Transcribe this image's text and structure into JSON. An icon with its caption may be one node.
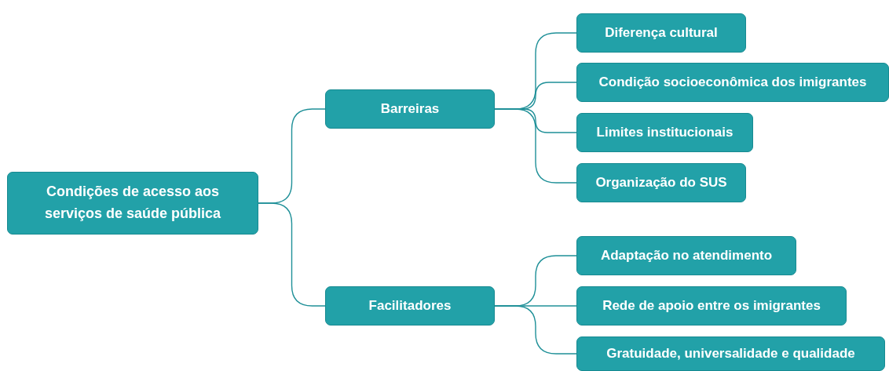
{
  "diagram": {
    "nodes": [
      {
        "text": [
          "Condições de acesso aos serviços de saúde pública"
        ]
      },
      {
        "text": [
          "Barreiras"
        ]
      },
      {
        "text": [
          "Diferença cultural"
        ]
      },
      {
        "text": [
          "Condição socioeconômica dos imigrantes"
        ]
      },
      {
        "text": [
          "Limites institucionais"
        ]
      },
      {
        "text": [
          "Organização do SUS"
        ]
      },
      {
        "text": [
          "Facilitadores"
        ]
      },
      {
        "text": [
          "Adaptação no atendimento"
        ]
      },
      {
        "text": [
          "Rede de apoio entre os imigrantes"
        ]
      },
      {
        "text": [
          "Gratuidade, universalidade e qualidade"
        ]
      }
    ],
    "edges": [
      {
        "from": 0,
        "to": 1,
        "arrow": "none"
      },
      {
        "from": 0,
        "to": 6,
        "arrow": "none"
      },
      {
        "from": 1,
        "to": 2,
        "arrow": "none"
      },
      {
        "from": 1,
        "to": 3,
        "arrow": "none"
      },
      {
        "from": 1,
        "to": 4,
        "arrow": "none"
      },
      {
        "from": 1,
        "to": 5,
        "arrow": "none"
      },
      {
        "from": 6,
        "to": 7,
        "arrow": "none"
      },
      {
        "from": 6,
        "to": 8,
        "arrow": "none"
      },
      {
        "from": 6,
        "to": 9,
        "arrow": "none"
      }
    ]
  }
}
